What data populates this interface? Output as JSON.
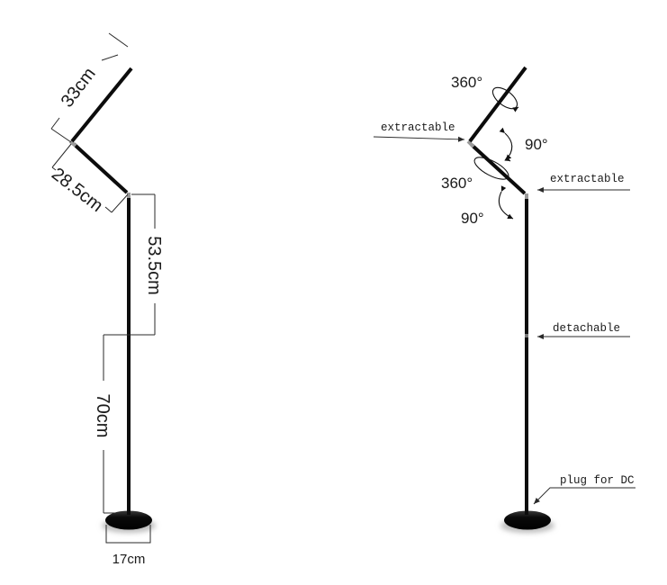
{
  "left_lamp": {
    "dimensions": {
      "top_arm": "33cm",
      "middle_arm": "28.5cm",
      "upper_pole": "53.5cm",
      "lower_pole": "70cm",
      "base": "17cm"
    }
  },
  "right_lamp": {
    "callouts": {
      "top_joint_rotation": "360°",
      "top_extractable": "extractable",
      "middle_fold": "90°",
      "middle_rotation": "360°",
      "joint_extractable": "extractable",
      "lower_fold": "90°",
      "pole_detachable": "detachable",
      "dc_plug": "plug for DC"
    }
  },
  "colors": {
    "lamp": "#0c0c0c",
    "joint": "#9a9a9a",
    "line": "#2a2a2a"
  }
}
